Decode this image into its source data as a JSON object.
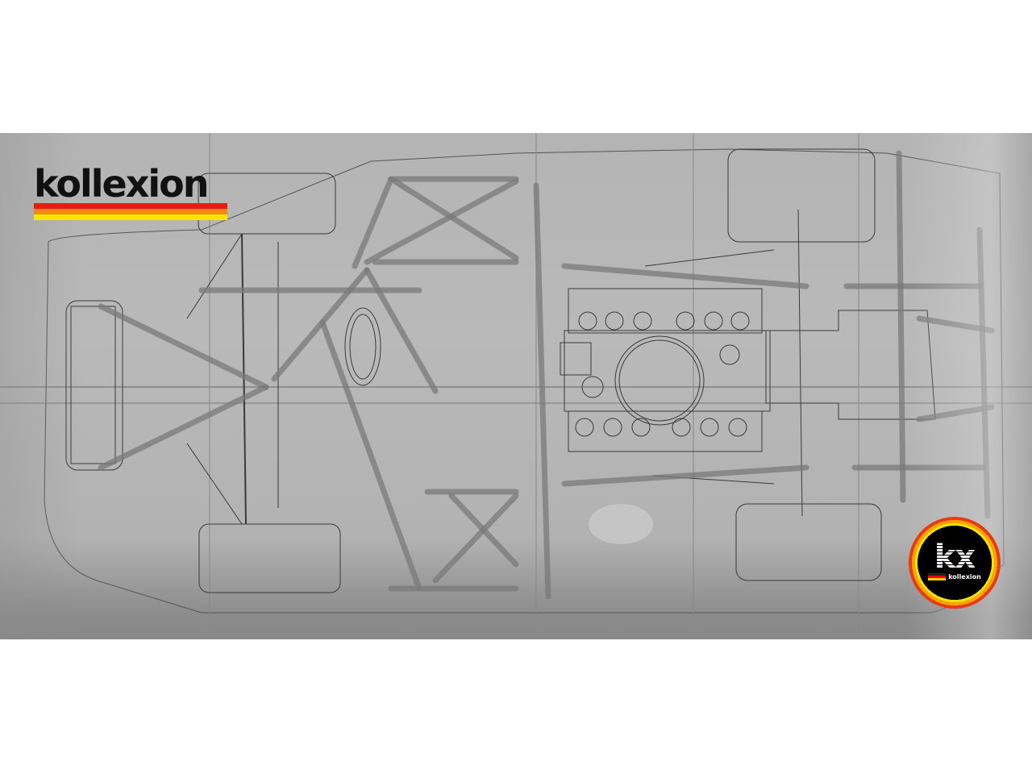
{
  "image": {
    "description": "Photograph of a technical chassis drawing (top view) of a mid-engine race car with tubular space frame, engine block, wheels and suspension",
    "background_color": "#ffffff",
    "photo_tone": "#b5b5b5"
  },
  "logo_top_left": {
    "text": "kollexion",
    "stripes": [
      "#e81c10",
      "#f58a10",
      "#f5e800"
    ]
  },
  "badge_bottom_right": {
    "monogram": "kx",
    "subtext": "kollexion",
    "ring_colors": [
      "#e83a14",
      "#f7a400",
      "#f4e300"
    ],
    "flag_colors": [
      "#222222",
      "#ee1111",
      "#ffcc00"
    ]
  }
}
